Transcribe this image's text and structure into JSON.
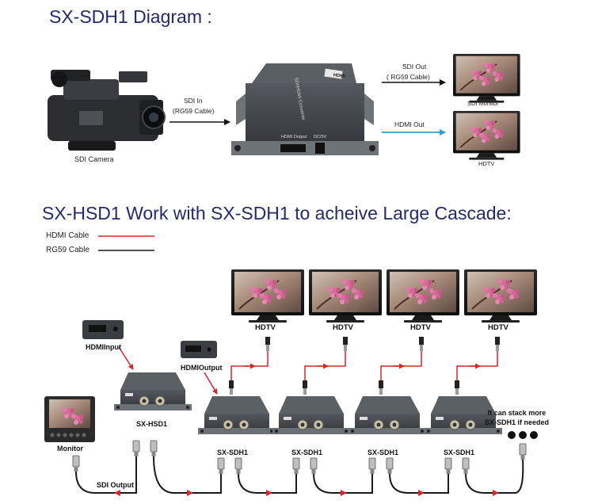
{
  "titles": {
    "top": "SX-SDH1 Diagram :",
    "bottom": "SX-HSD1 Work with SX-SDH1 to acheive Large Cascade:"
  },
  "top_diagram": {
    "camera_label": "SDI  Camera",
    "sdi_in_line1": "SDI In",
    "sdi_in_line2": "(RG59 Cable)",
    "sdi_out_line1": "SDI Out",
    "sdi_out_line2": "( RG59 Cable)",
    "hdmi_out": "HDMI Out",
    "sdi_monitor": "SDI Monitor",
    "hdtv": "HDTV",
    "converter_port_hdmi": "HDMI Output",
    "converter_port_dc": "DC/5V",
    "converter_face": "SDI/HDMI Converter",
    "converter_logo": "HDMI"
  },
  "legend": {
    "hdmi_cable": "HDMI Cable",
    "rg59_cable": "RG59 Cable"
  },
  "bottom_diagram": {
    "hdtv_labels": [
      "HDTV",
      "HDTV",
      "HDTV",
      "HDTV"
    ],
    "hdmi_input": "HDMIInput",
    "hdmi_output": "HDMIOutput",
    "hsd1_label": "SX-HSD1",
    "sdh1_labels": [
      "SX-SDH1",
      "SX-SDH1",
      "SX-SDH1",
      "SX-SDH1"
    ],
    "monitor": "Monitor",
    "sdi_output": "SDI Output",
    "stack_line1": "It can stack more",
    "stack_line2": "SX-SDH1 if needed"
  },
  "colors": {
    "title": "#232a6b",
    "hdmi_cable": "#d9262b",
    "rg59_cable": "#1a1a1a",
    "hdmi_out_arrow": "#2b9fd8",
    "device_body": "#3c4044"
  }
}
